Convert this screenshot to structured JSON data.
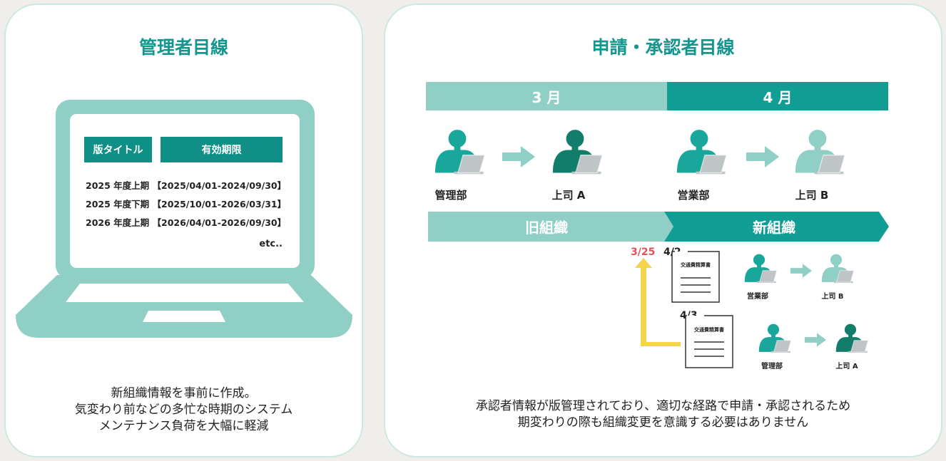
{
  "left": {
    "title": "管理者目線",
    "table": {
      "header_version": "版タイトル",
      "header_valid": "有効期限",
      "rows": [
        "2025 年度上期 【2025/04/01-2024/09/30】",
        "2025 年度下期 【2025/10/01-2026/03/31】",
        "2026 年度上期 【2026/04/01-2026/09/30】"
      ],
      "more": "etc.."
    },
    "caption": [
      "新組織情報を事前に作成。",
      "気変わり前などの多忙な時期のシステム",
      "メンテナンス負荷を大幅に軽減"
    ]
  },
  "right": {
    "title": "申請・承認者目線",
    "months": [
      "3 月",
      "4 月"
    ],
    "flow_top": {
      "march": [
        "管理部",
        "上司 A"
      ],
      "april": [
        "営業部",
        "上司 B"
      ]
    },
    "orgs": {
      "old": "旧組織",
      "new": "新組織"
    },
    "submitted_date": "3/25",
    "docs": [
      {
        "date": "4/2",
        "title": "交通費精算書",
        "from": "営業部",
        "to": "上司 B"
      },
      {
        "date": "4/3",
        "title": "交通費精算書",
        "from": "管理部",
        "to": "上司 A"
      }
    ],
    "caption": [
      "承認者情報が版管理されており、適切な経路で申請・承認されるため",
      "期変わりの際も組織変更を意識する必要はありません"
    ]
  },
  "colors": {
    "teal_dark": "#0f9d94",
    "teal_light": "#8fcfc6",
    "red": "#e0535a",
    "yellow": "#f4d44c"
  }
}
